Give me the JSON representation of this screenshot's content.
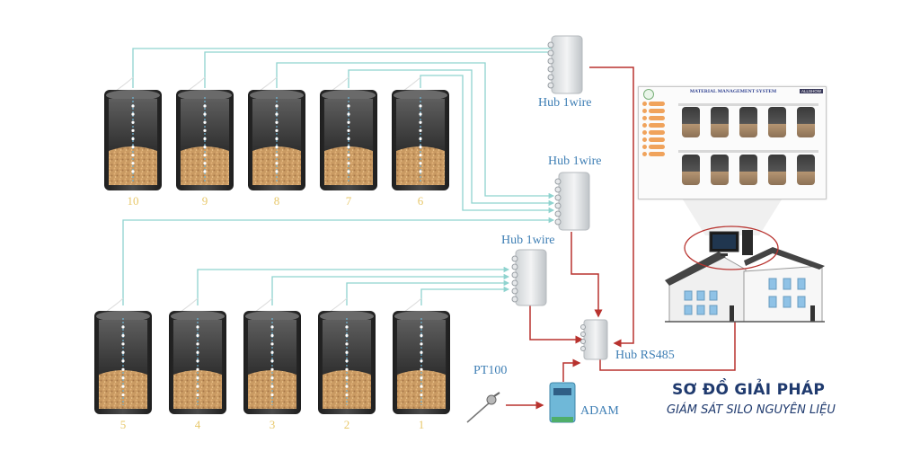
{
  "hubs": {
    "hub_1wire_top": {
      "label": "Hub 1wire"
    },
    "hub_1wire_mid": {
      "label": "Hub 1wire"
    },
    "hub_1wire_low": {
      "label": "Hub 1wire"
    },
    "hub_rs485": {
      "label": "Hub RS485"
    }
  },
  "devices": {
    "pt100": {
      "label": "PT100"
    },
    "adam": {
      "label": "ADAM"
    }
  },
  "silos": {
    "top_row": [
      "10",
      "9",
      "8",
      "7",
      "6"
    ],
    "bottom_row": [
      "5",
      "4",
      "3",
      "2",
      "1"
    ]
  },
  "screen": {
    "title": "MATERIAL MANAGEMENT SYSTEM",
    "badge": "ALLSHOW"
  },
  "caption": {
    "title": "SƠ ĐỒ GIẢI PHÁP",
    "subtitle": "GIÁM SÁT SILO NGUYÊN LIỆU"
  },
  "colors": {
    "wire_1wire": "#8fd3cf",
    "wire_rs485": "#b8322e",
    "label_blue": "#3f7fb5",
    "caption_navy": "#1f3a6e",
    "silo_number": "#e8c86a"
  }
}
